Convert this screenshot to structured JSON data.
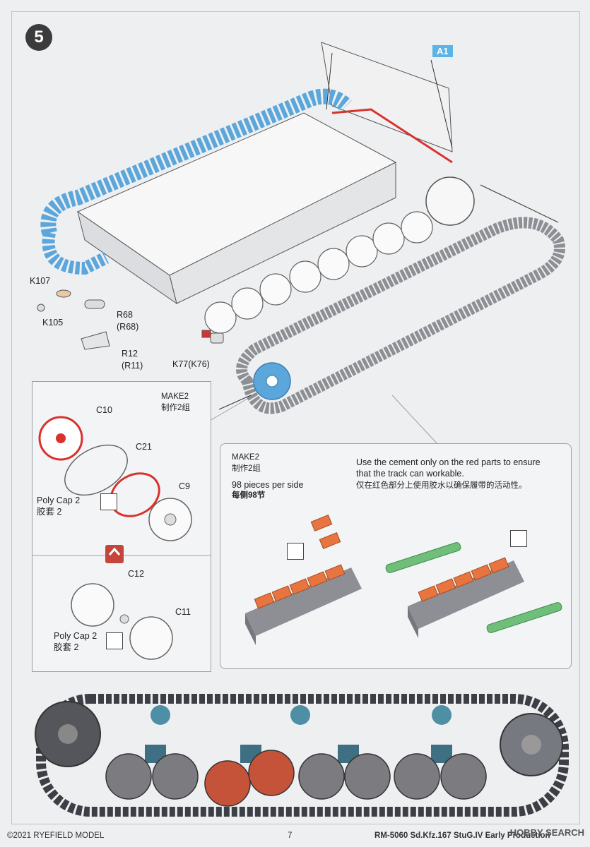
{
  "step": {
    "number": "5"
  },
  "parts": {
    "a1": "A1",
    "k107": "K107",
    "k105": "K105",
    "r68": "R68",
    "r68_alt": "(R68)",
    "r12": "R12",
    "r11": "(R11)",
    "k77": "K77(K76)"
  },
  "wheel_panel": {
    "make": "MAKE2",
    "make_cn": "制作2组",
    "c10": "C10",
    "c21": "C21",
    "c9": "C9",
    "poly1": "Poly Cap 2",
    "poly1_cn": "胶套 2",
    "c12": "C12",
    "c11": "C11",
    "poly2": "Poly Cap 2",
    "poly2_cn": "胶套 2"
  },
  "track_panel": {
    "make": "MAKE2",
    "make_cn": "制作2组",
    "pieces": "98 pieces per side",
    "pieces_cn": "每侧98节",
    "note": "Use the cement only on the red parts to ensure",
    "note2": "that the track can workable.",
    "note_cn": "仅在红色部分上使用胶水以确保履带的活动性。"
  },
  "footer": {
    "copyright": "©2021 RYEFIELD MODEL",
    "page": "7",
    "product": "RM-5060 Sd.Kfz.167 StuG.IV Early Production",
    "watermark": "HOBBY SEARCH"
  },
  "colors": {
    "track_blue": "#5ba6da",
    "cement_red": "#d8322d",
    "track_orange": "#e8743f",
    "sprue_green": "#6fbf7a",
    "dark": "#3b3b3b"
  }
}
